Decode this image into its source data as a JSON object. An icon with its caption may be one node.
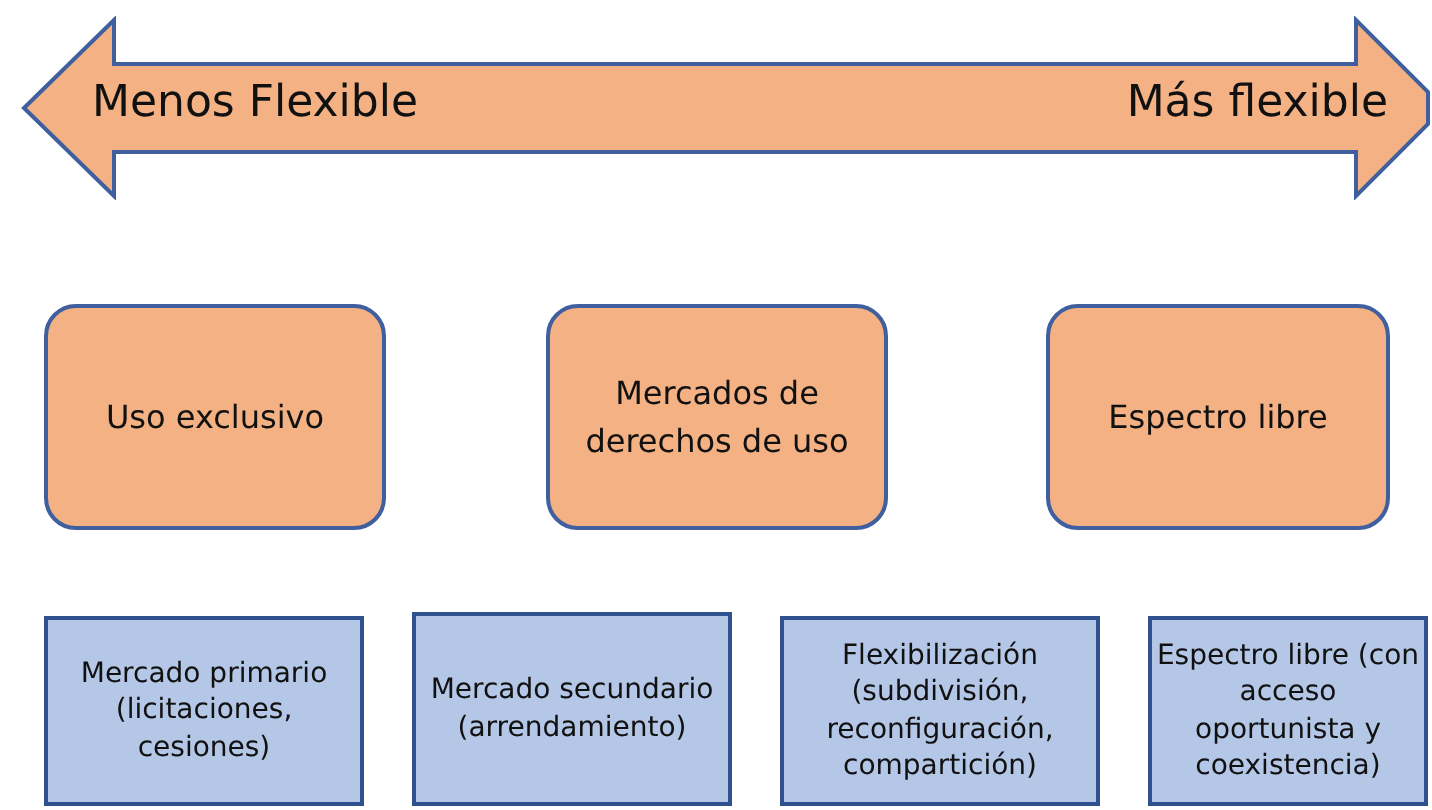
{
  "diagram": {
    "nodes": [
      {
        "text": [
          "Menos Flexible",
          "Más flexible"
        ]
      },
      {
        "text": [
          "Uso exclusivo"
        ]
      },
      {
        "text": [
          "Mercados de derechos de uso"
        ]
      },
      {
        "text": [
          "Espectro libre"
        ]
      },
      {
        "text": [
          "Mercado primario (licitaciones, cesiones)"
        ]
      },
      {
        "text": [
          "Mercado secundario (arrendamiento)"
        ]
      },
      {
        "text": [
          "Flexibilización (subdivisión, reconfiguración, compartición)"
        ]
      },
      {
        "text": [
          "Espectro libre (con acceso oportunista y coexistencia)"
        ]
      }
    ]
  }
}
